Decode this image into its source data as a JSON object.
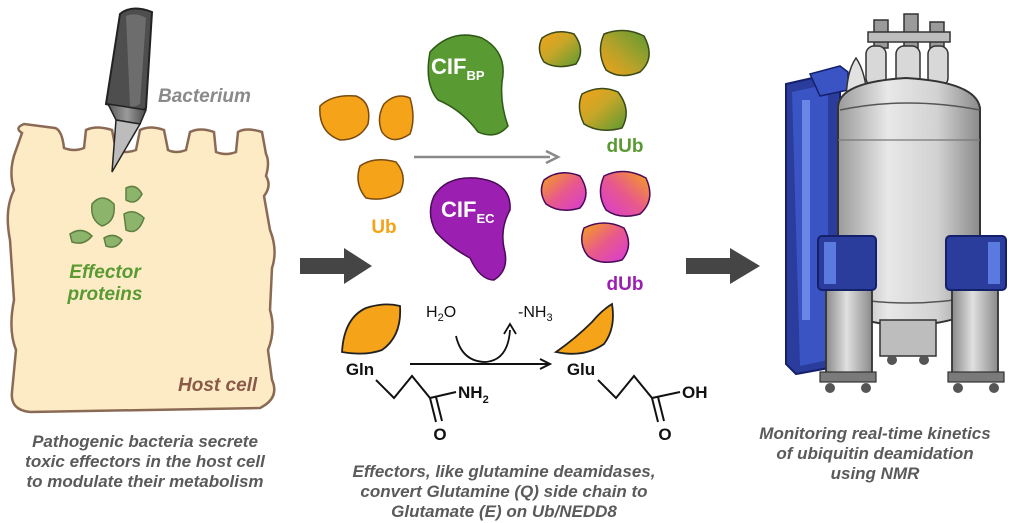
{
  "panel_bacteria": {
    "bacterium_label": "Bacterium",
    "effector_label_line1": "Effector",
    "effector_label_line2": "proteins",
    "host_label": "Host cell",
    "caption": [
      "Pathogenic bacteria secrete",
      "toxic effectors in the host cell",
      "to modulate their metabolism"
    ]
  },
  "panel_reaction": {
    "ub_label": "Ub",
    "cif_bp_base": "CIF",
    "cif_bp_sub": "BP",
    "cif_ec_base": "CIF",
    "cif_ec_sub": "EC",
    "dub_green_label": "dUb",
    "dub_purple_label": "dUb",
    "water_main": "H",
    "water_sub": "2",
    "water_end": "O",
    "ammonia_main": "-NH",
    "ammonia_sub": "3",
    "gln_label": "Gln",
    "glu_label": "Glu",
    "amide_main": "NH",
    "amide_sub": "2",
    "hydroxyl": "OH",
    "oxygen_gln": "O",
    "oxygen_glu": "O",
    "caption": [
      "Effectors, like glutamine deamidases,",
      "convert Glutamine (Q) side chain to",
      "Glutamate (E) on Ub/NEDD8"
    ]
  },
  "panel_nmr": {
    "caption": [
      "Monitoring real-time kinetics",
      "of ubiquitin deamidation",
      "using NMR"
    ]
  },
  "colors": {
    "orange": "#f5a319",
    "green": "#5a9a32",
    "purple": "#9b1fb0",
    "magenta": "#d63ad6",
    "host_fill": "#fdebc6",
    "host_stroke": "#8a6a55",
    "host_label": "#8a5a48",
    "bacterium_label": "#8a8a8a",
    "arrow": "#454545",
    "caption": "#5a5a5a",
    "nmr_blue": "#2a3c9c"
  }
}
